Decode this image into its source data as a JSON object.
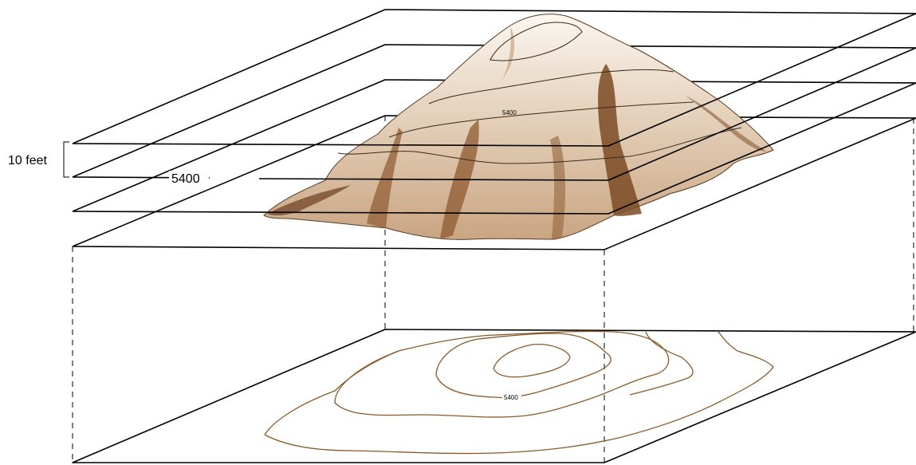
{
  "labels": {
    "interval": "10 feet",
    "elevation_main": "5400",
    "elevation_hill": "5400",
    "elevation_map": "5400"
  },
  "colors": {
    "hill_light": "#f4ece3",
    "hill_mid": "#d8bea2",
    "hill_dark": "#8a5a33",
    "contour_map": "#8a5a2a"
  }
}
